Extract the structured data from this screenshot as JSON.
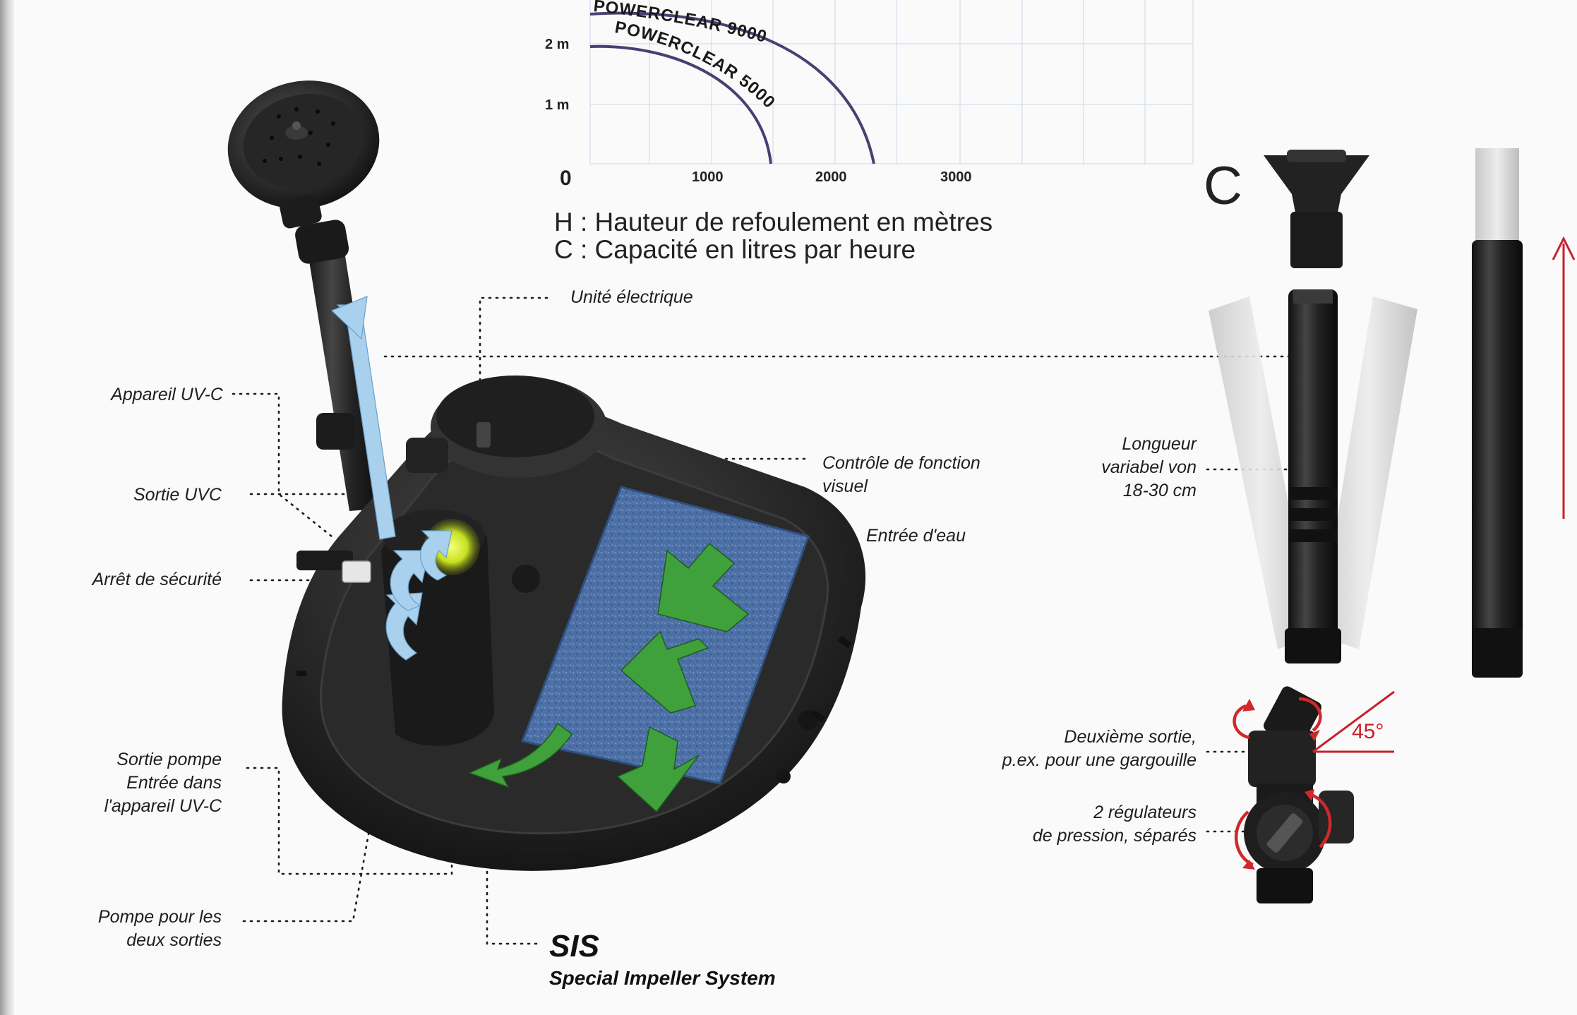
{
  "chart": {
    "y_ticks": [
      "2 m",
      "1 m"
    ],
    "origin": "0",
    "x_ticks": [
      "1000",
      "2000",
      "3000"
    ],
    "curves": [
      "POWERCLEAR 9000",
      "POWERCLEAR 5000"
    ]
  },
  "legend": {
    "h_line": "H : Hauteur de refoulement en mètres",
    "c_line": "C : Capacité en litres par heure"
  },
  "labels": {
    "unite_electrique": "Unité électrique",
    "appareil_uvc": "Appareil UV-C",
    "sortie_uvc": "Sortie UVC",
    "arret_securite": "Arrêt de sécurité",
    "controle_line1": "Contrôle de fonction",
    "controle_line2": "visuel",
    "entree_eau": "Entrée d'eau",
    "sortie_pompe_line1": "Sortie pompe",
    "sortie_pompe_line2": "Entrée dans",
    "sortie_pompe_line3": "l'appareil UV-C",
    "pompe_line1": "Pompe pour les",
    "pompe_line2": "deux sorties",
    "sis_title": "SIS",
    "sis_subtitle": "Special Impeller System",
    "longueur_line1": "Longueur",
    "longueur_line2": "variabel von",
    "longueur_line3": "18-30 cm",
    "deuxieme_line1": "Deuxième sortie,",
    "deuxieme_line2": "p.ex. pour une gargouille",
    "regulateurs_line1": "2 régulateurs",
    "regulateurs_line2": "de pression, séparés",
    "big_c": "C",
    "angle": "45°"
  },
  "colors": {
    "curve": "#4a3f72",
    "flow_arrow": "#9ec9ea",
    "intake_arrow": "#3d9a3a",
    "sponge": "#4a6fa3",
    "uv_light": "#d4ef2a",
    "rotation_arrow": "#d0282c"
  }
}
